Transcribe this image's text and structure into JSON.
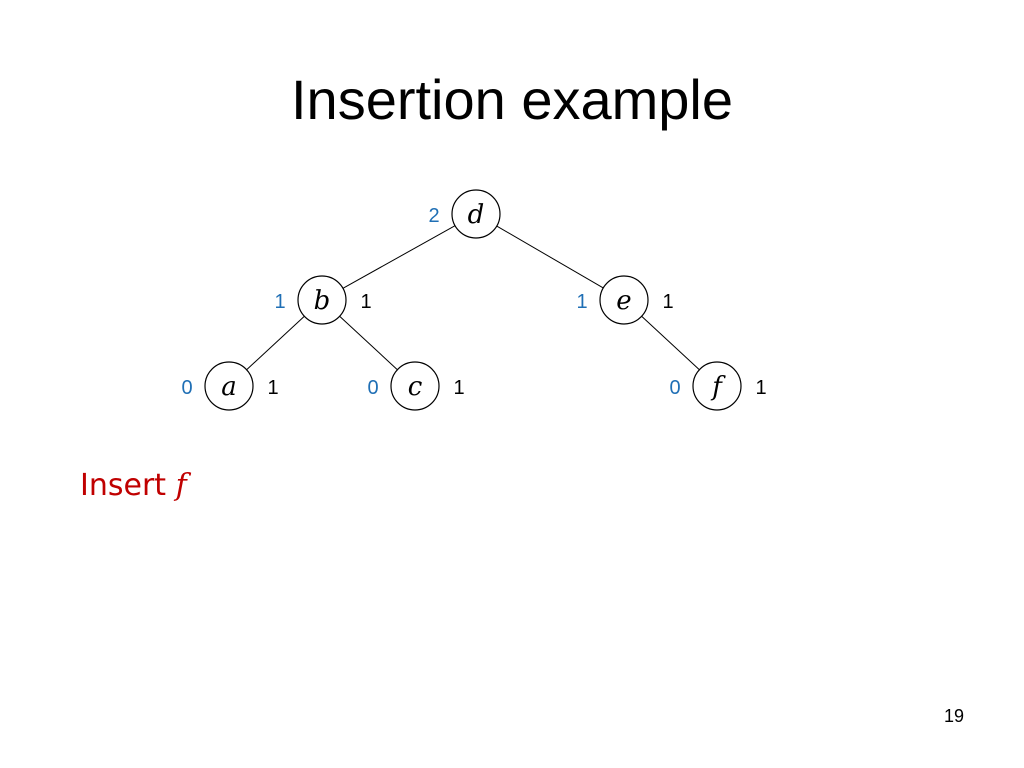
{
  "slide": {
    "title": "Insertion example",
    "page_number": "19"
  },
  "caption": {
    "text": "Insert",
    "italic": "f",
    "color": "#c00000"
  },
  "tree": {
    "colors": {
      "left_number": "#1f6fb5",
      "right_number": "#000000"
    },
    "nodes": [
      {
        "id": "d",
        "label": "d",
        "left_number": "2",
        "right_number": ""
      },
      {
        "id": "b",
        "label": "b",
        "left_number": "1",
        "right_number": "1"
      },
      {
        "id": "e",
        "label": "e",
        "left_number": "1",
        "right_number": "1"
      },
      {
        "id": "a",
        "label": "a",
        "left_number": "0",
        "right_number": "1"
      },
      {
        "id": "c",
        "label": "c",
        "left_number": "0",
        "right_number": "1"
      },
      {
        "id": "f",
        "label": "f",
        "left_number": "0",
        "right_number": "1"
      }
    ],
    "edges": [
      {
        "from": "d",
        "to": "b"
      },
      {
        "from": "d",
        "to": "e"
      },
      {
        "from": "b",
        "to": "a"
      },
      {
        "from": "b",
        "to": "c"
      },
      {
        "from": "e",
        "to": "f"
      }
    ]
  }
}
